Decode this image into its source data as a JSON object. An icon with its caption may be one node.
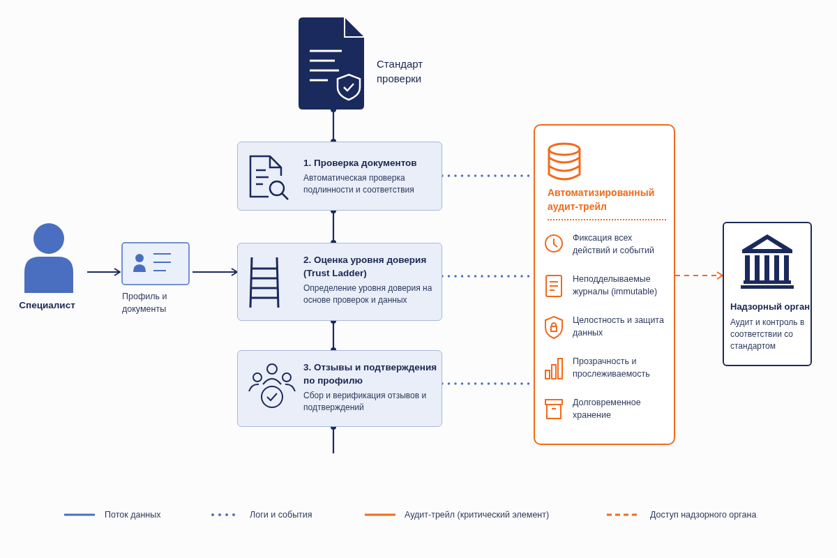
{
  "diagram": {
    "nodes": [
      {
        "text": [
          "Стандарт проверки"
        ]
      },
      {
        "text": [
          "Специалист"
        ]
      },
      {
        "text": [
          "Профиль и документы"
        ]
      },
      {
        "text": [
          "1. Проверка документов",
          "Автоматическая проверка подлинности и соответствия"
        ]
      },
      {
        "text": [
          "2. Оценка уровня доверия (Trust Ladder)",
          "Определение уровня доверия на основе проверок и данных"
        ]
      },
      {
        "text": [
          "3. Отзывы и подтверждения по профилю",
          "Сбор и верификация отзывов и подтверждений"
        ]
      },
      {
        "text": [
          "Автоматизированный аудит-трейл"
        ]
      },
      {
        "text": [
          "Надзорный орган",
          "Аудит и контроль в соответствии со стандартом"
        ]
      }
    ],
    "edges": [
      {
        "from": 0,
        "to": 3,
        "arrow": "other"
      },
      {
        "from": 3,
        "to": 4,
        "arrow": "other"
      },
      {
        "from": 4,
        "to": 5,
        "arrow": "other"
      },
      {
        "from": 5,
        "to": null,
        "arrow": "other"
      },
      {
        "from": 1,
        "to": 2,
        "arrow": "to"
      },
      {
        "from": 2,
        "to": 4,
        "arrow": "to"
      },
      {
        "from": 3,
        "to": 6,
        "arrow": "none",
        "style": "dashed",
        "color": "#4a6fc0"
      },
      {
        "from": 4,
        "to": 6,
        "arrow": "none",
        "style": "dashed",
        "color": "#4a6fc0"
      },
      {
        "from": 5,
        "to": 6,
        "arrow": "none",
        "style": "dashed",
        "color": "#4a6fc0"
      },
      {
        "from": 6,
        "to": 7,
        "arrow": "to",
        "style": "dashed",
        "color": "#f26a1b"
      }
    ],
    "labels": [
      "Фиксация всех действий и событий",
      "Неподделываемые журналы (immutable)",
      "Целостность и защита данных",
      "Прозрачность и прослеживаемость",
      "Долговременное хранение"
    ],
    "legend": [
      {
        "text": "Поток данных"
      },
      {
        "text": "Логи и события"
      },
      {
        "text": "Аудит-трейл (критический элемент)"
      },
      {
        "text": "Доступ надзорного органа"
      }
    ]
  }
}
